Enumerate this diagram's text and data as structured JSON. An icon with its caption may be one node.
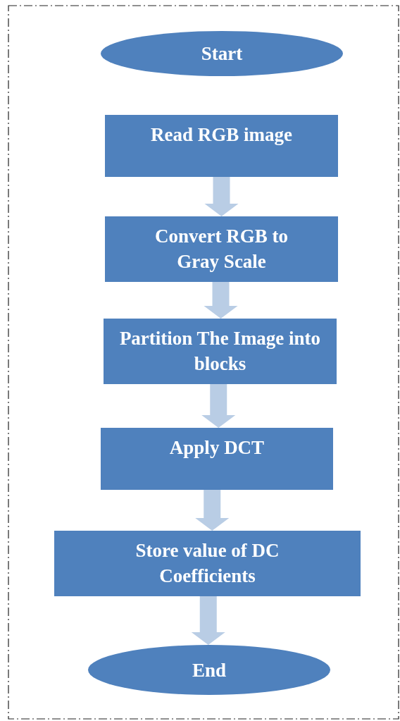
{
  "diagram": {
    "nodes": [
      {
        "text": [
          "Start"
        ]
      },
      {
        "text": [
          "Read RGB image"
        ]
      },
      {
        "text": [
          "Convert RGB to Gray Scale"
        ]
      },
      {
        "text": [
          "Partition The Image into blocks"
        ]
      },
      {
        "text": [
          "Apply DCT"
        ]
      },
      {
        "text": [
          "Store value  of DC Coefficients"
        ]
      },
      {
        "text": [
          "End"
        ]
      }
    ],
    "edges": [
      {
        "from": 1,
        "to": 2,
        "arrow": "to"
      },
      {
        "from": 2,
        "to": 3,
        "arrow": "to"
      },
      {
        "from": 3,
        "to": 4,
        "arrow": "to"
      },
      {
        "from": 4,
        "to": 5,
        "arrow": "to"
      },
      {
        "from": 5,
        "to": 6,
        "arrow": "to"
      }
    ]
  }
}
